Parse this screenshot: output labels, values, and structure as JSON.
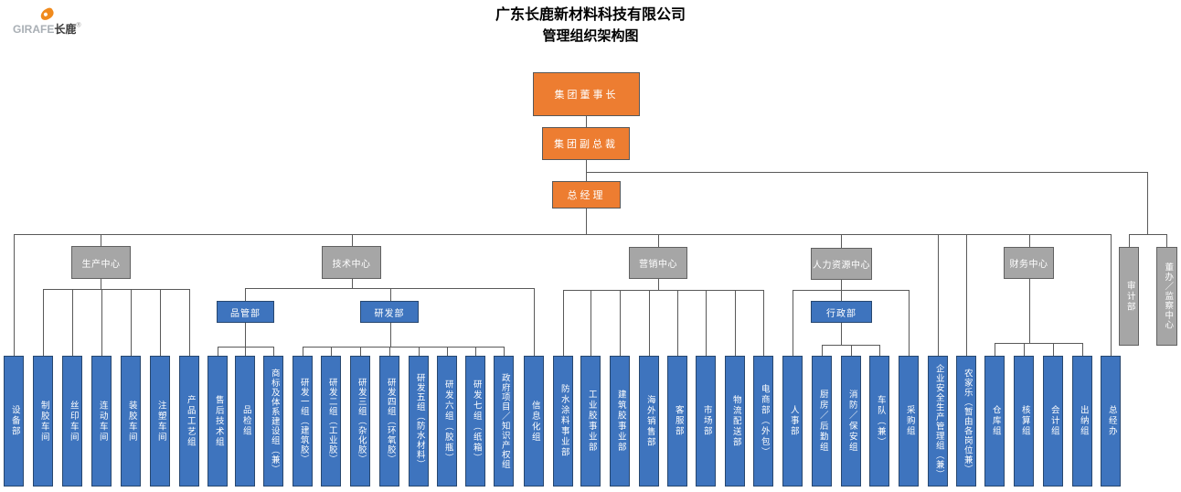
{
  "logo": {
    "latin": "GIRAFE",
    "cjk": "长鹿",
    "registered": "®"
  },
  "title": {
    "company": "广东长鹿新材料科技有限公司",
    "subtitle": "管理组织架构图"
  },
  "colors": {
    "executive_fill": "#ED7D31",
    "center_fill": "#A6A6A6",
    "unit_fill": "#3E74BE",
    "connector": "#595959"
  },
  "org": {
    "executives": [
      "集团董事长",
      "集团副总裁",
      "总经理"
    ],
    "centers": [
      "生产中心",
      "技术中心",
      "营销中心",
      "人力资源中心",
      "财务中心"
    ],
    "departments": [
      "品管部",
      "研发部",
      "行政部"
    ],
    "oversight": [
      "审计部",
      "董办／监察中心"
    ],
    "units": [
      "设备部",
      "制胶车间",
      "丝印车间",
      "连动车间",
      "装胶车间",
      "注塑车间",
      "产品工艺组",
      "售后技术组",
      "品检组",
      "商标及体系建设组（兼）",
      "研发一组（建筑胶）",
      "研发二组（工业胶）",
      "研发三组（杂化胶）",
      "研发四组（环氧胶）",
      "研发五组（防水材料）",
      "研发六组（胶瓶）",
      "研发七组（纸箱）",
      "政府项目／知识产权组",
      "信息化组",
      "防水涂料事业部",
      "工业胶事业部",
      "建筑胶事业部",
      "海外销售部",
      "客服部",
      "市场部",
      "物流配送部",
      "电商部（外包）",
      "人事部",
      "厨房／后勤组",
      "消防／保安组",
      "车队（兼）",
      "采购组",
      "企业安全生产管理组（兼）",
      "农家乐（暂由各岗位兼）",
      "仓库组",
      "核算组",
      "会计组",
      "出纳组",
      "总经办"
    ]
  }
}
